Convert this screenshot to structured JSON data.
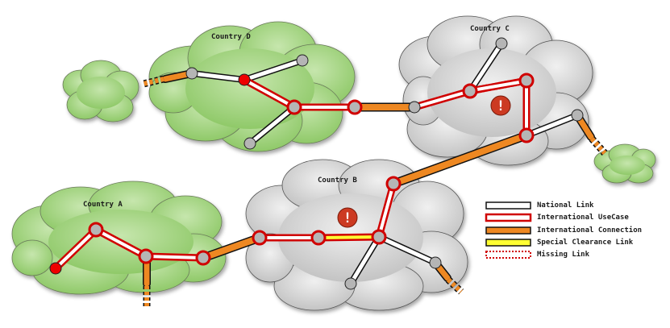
{
  "countries": {
    "a": "Country A",
    "b": "Country B",
    "c": "Country C",
    "d": "Country D"
  },
  "legend": {
    "national_link": "National Link",
    "international_usecase": "International UseCase",
    "international_connection": "International Connection",
    "special_clearance_link": "Special Clearance Link",
    "missing_link": "Missing Link"
  },
  "warning_glyph": "!",
  "colors": {
    "green_cloud": "#9fd07e",
    "gray_cloud": "#d9d9d9",
    "red": "#e00000",
    "orange": "#ee8822",
    "yellow": "#ffff33",
    "node_gray": "#b5b5b5",
    "warning": "#cc3a22"
  }
}
